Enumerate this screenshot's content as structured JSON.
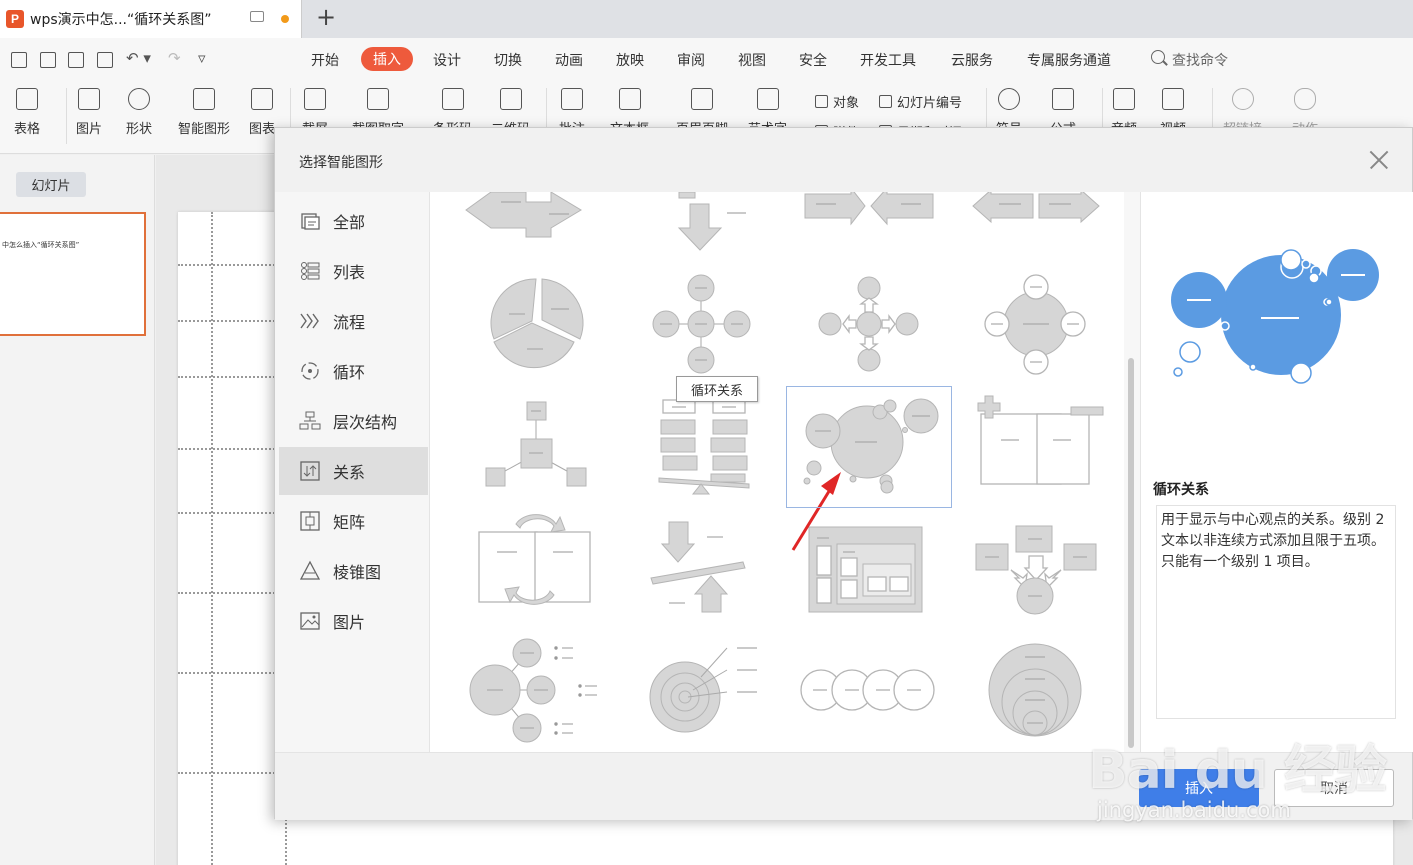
{
  "window": {
    "doc_tab_title": "wps演示中怎...“循环关系图”"
  },
  "colors": {
    "accent": "#ee5a3c",
    "primary_button": "#3f7ee8",
    "preview_circle": "#5b9be2",
    "thumbnail_border": "#e0703a"
  },
  "menu": {
    "items": [
      "开始",
      "插入",
      "设计",
      "切换",
      "动画",
      "放映",
      "审阅",
      "视图",
      "安全",
      "开发工具",
      "云服务",
      "专属服务通道"
    ],
    "active": "插入",
    "search_label": "查找命令"
  },
  "ribbon": {
    "buttons": [
      "表格",
      "图片",
      "形状",
      "智能图形",
      "图表",
      "截屏",
      "截图取字",
      "条形码",
      "二维码",
      "批注",
      "文本框",
      "页眉页脚",
      "艺术字",
      "符号",
      "公式",
      "音频",
      "视频",
      "超链接",
      "动作"
    ],
    "small": [
      "对象",
      "幻灯片编号",
      "附件",
      "日期和时间"
    ]
  },
  "left_pane": {
    "tab": "幻灯片",
    "thumbnail_text": "中怎么插入“循环关系图”"
  },
  "dialog": {
    "title": "选择智能图形",
    "categories": [
      "全部",
      "列表",
      "流程",
      "循环",
      "层次结构",
      "关系",
      "矩阵",
      "棱锥图",
      "图片"
    ],
    "selected_category": "关系",
    "hover_item": "循环关系",
    "preview": {
      "name": "循环关系",
      "description": "用于显示与中心观点的关系。级别 2 文本以非连续方式添加且限于五项。只能有一个级别 1 项目。"
    },
    "buttons": {
      "insert": "插入",
      "cancel": "取消"
    }
  },
  "watermark": {
    "logo": "Bai du 经验",
    "url": "jingyan.baidu.com"
  }
}
